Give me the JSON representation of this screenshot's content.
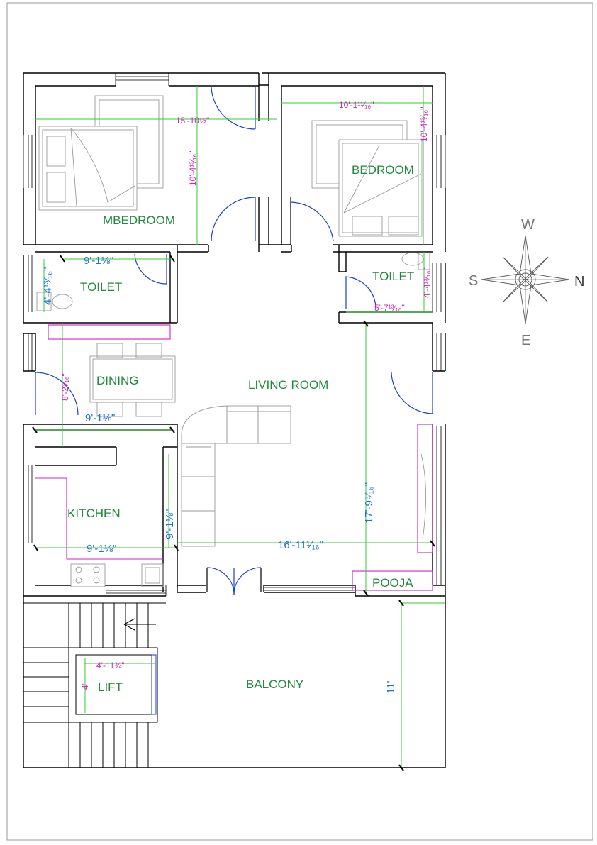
{
  "rooms": {
    "mbedroom": "MBEDROOM",
    "bedroom": "BEDROOM",
    "toilet_left": "TOILET",
    "toilet_right": "TOILET",
    "dining": "DINING",
    "living_room": "LIVING ROOM",
    "kitchen": "KITCHEN",
    "pooja": "POOJA",
    "lift": "LIFT",
    "balcony": "BALCONY"
  },
  "dimensions": {
    "mbedroom_width": "15'-10½\"",
    "mbedroom_height": "10'-4¹³⁄₁₆\"",
    "bedroom_width": "10'-1¹¹⁄₁₆\"",
    "bedroom_height": "10'-4¹³⁄₁₆\"",
    "toilet_left_width": "9'-1⅛\"",
    "toilet_left_height": "4'-4¹³⁄₁₆\"",
    "toilet_right_width": "5'-7¹³⁄₁₆\"",
    "toilet_right_height": "4'-4¹³⁄₁₆\"",
    "dining_width": "9'-1⅛\"",
    "dining_height": "8'-2³⁄₁₆\"",
    "kitchen_width": "9'-1⅛\"",
    "kitchen_height": "9'-1⅛\"",
    "living_width": "16'-11¹⁄₁₆\"",
    "living_height": "17'-9⁵⁄₁₆\"",
    "lift_width": "4'-11¾\"",
    "lift_height": "4'",
    "balcony_height": "11'"
  },
  "compass": {
    "north": "N",
    "south": "S",
    "east": "E",
    "west": "W"
  },
  "colors": {
    "wall": "#000000",
    "room_label": "#1f8a3a",
    "dimension_blue": "#1f6fd6",
    "dimension_magenta": "#d41fc6",
    "dimension_line": "#33cc33",
    "door": "#1a3fcc",
    "counter": "#d41fc6"
  }
}
